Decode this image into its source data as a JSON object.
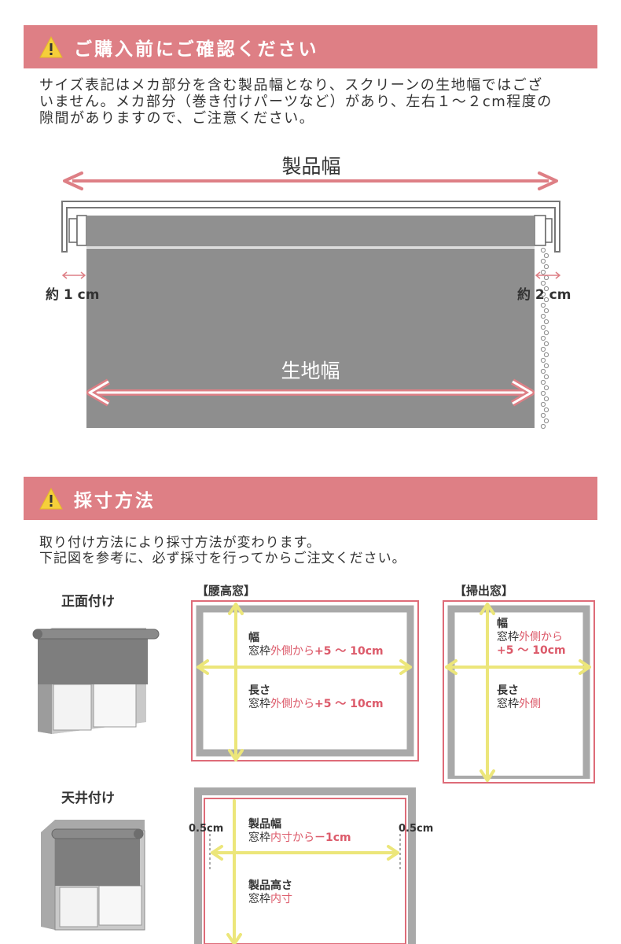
{
  "section1": {
    "title": "ご購入前にご確認ください",
    "lines": [
      "サイズ表記はメカ部分を含む製品幅となり、スクリーンの生地幅ではござ",
      "いません。メカ部分（巻き付けパーツなど）があり、左右１～２cm程度の",
      "隙間がありますので、ご注意ください。"
    ],
    "diagram": {
      "product_width": "製品幅",
      "fabric_width": "生地幅",
      "left_gap": "約 1 cm",
      "right_gap": "約 2 cm"
    }
  },
  "section2": {
    "title": "採寸方法",
    "lines": [
      "取り付け方法により採寸方法が変わります。",
      "下記図を参考に、必ず採寸を行ってからご注文ください。"
    ]
  },
  "front_mount": {
    "label": "正面付け",
    "koshi": {
      "title": "【腰高窓】",
      "width_head": "幅",
      "width_pre": "窓枠",
      "width_red": "外側から",
      "width_val": "+5 ～ 10cm",
      "length_head": "長さ",
      "length_pre": "窓枠",
      "length_red": "外側から",
      "length_val": "+5 ～ 10cm"
    },
    "haki": {
      "title": "【掃出窓】",
      "width_head": "幅",
      "width_pre": "窓枠",
      "width_red": "外側から",
      "width_val": "+5 ～ 10cm",
      "length_head": "長さ",
      "length_pre": "窓枠",
      "length_red": "外側"
    }
  },
  "ceiling_mount": {
    "label": "天井付け",
    "gap_left": "0.5cm",
    "gap_right": "0.5cm",
    "width_head": "製品幅",
    "width_pre": "窓枠",
    "width_red": "内寸から",
    "width_val": "－1cm",
    "height_head": "製品高さ",
    "height_pre": "窓枠",
    "height_red": "内寸"
  },
  "colors": {
    "banner": "#de7f85",
    "arrow_pink": "#de7f85",
    "arrow_yellow": "#ece67a",
    "accent_red": "#dc5a6a",
    "fabric_gray": "#8e8e8e"
  }
}
